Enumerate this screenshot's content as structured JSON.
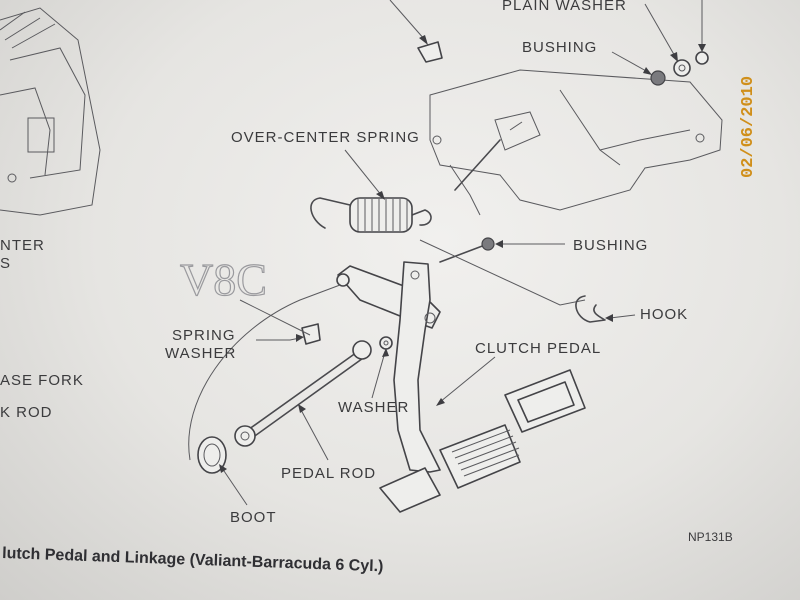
{
  "labels": {
    "plain_washer": "PLAIN WASHER",
    "bushing_top": "BUSHING",
    "over_center_spring": "OVER-CENTER SPRING",
    "bushing_mid": "BUSHING",
    "hook": "HOOK",
    "clutch_pedal": "CLUTCH PEDAL",
    "spring_washer_1": "SPRING",
    "spring_washer_2": "WASHER",
    "washer": "WASHER",
    "pedal_rod": "PEDAL ROD",
    "boot": "BOOT",
    "left_nter": "NTER",
    "left_s": "S",
    "left_ase_fork": "ASE FORK",
    "left_k_rod": "K ROD"
  },
  "caption": "lutch Pedal and Linkage (Valiant-Barracuda 6 Cyl.)",
  "figure_code": "NP131B",
  "date_stamp": "02/06/2010",
  "handwriting": "V8C"
}
